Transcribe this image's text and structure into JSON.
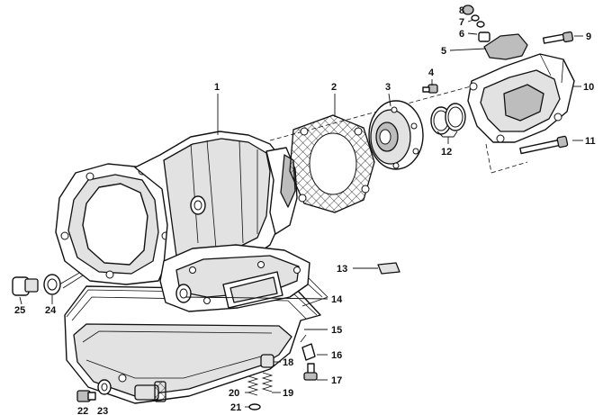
{
  "labels": {
    "p1": "1",
    "p2": "2",
    "p3": "3",
    "p4": "4",
    "p5": "5",
    "p6": "6",
    "p7": "7",
    "p8": "8",
    "p9": "9",
    "p10": "10",
    "p11": "11",
    "p12": "12",
    "p13": "13",
    "p14": "14",
    "p15": "15",
    "p16": "16",
    "p17": "17",
    "p18": "18",
    "p19": "19",
    "p20": "20",
    "p21": "21",
    "p22": "22",
    "p23": "23",
    "p24": "24",
    "p25": "25"
  }
}
